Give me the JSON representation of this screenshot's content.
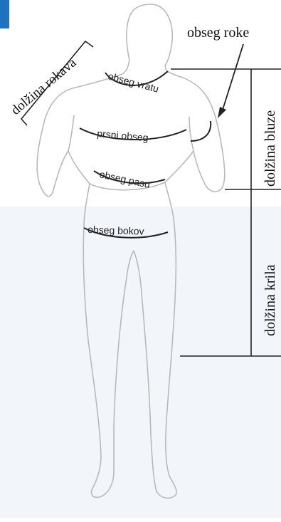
{
  "labels": {
    "arm_girth": "obseg roke",
    "sleeve_length": "dolžina rokava",
    "neck_girth": "obseg vratu",
    "chest_girth": "prsni obseg",
    "waist_girth": "obseg pasu",
    "hip_girth": "obseg bokov",
    "blouse_length": "dolžina bluze",
    "skirt_length": "dolžina krila"
  },
  "colors": {
    "accent_tab": "#1e73be",
    "outline": "#b9b9b9",
    "measure_line": "#222222",
    "paper": "#ffffff",
    "page_tint": "#eef4fa"
  }
}
